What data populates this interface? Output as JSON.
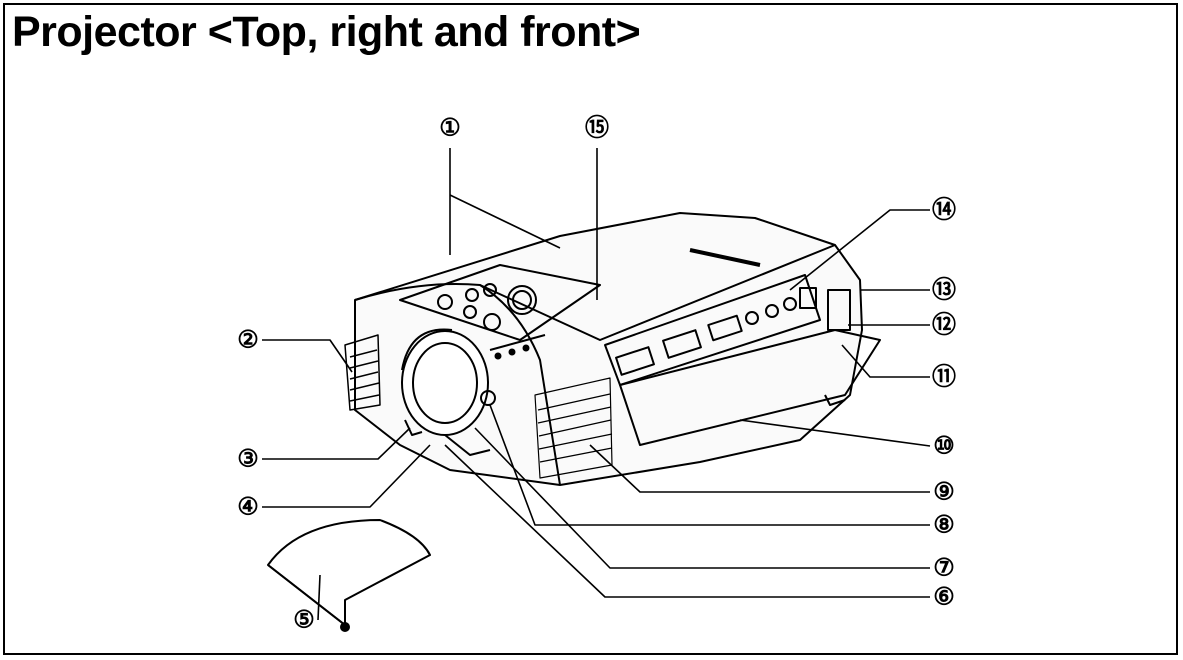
{
  "title": "Projector <Top, right and front>",
  "callouts": [
    {
      "label": "①"
    },
    {
      "label": "②"
    },
    {
      "label": "③"
    },
    {
      "label": "④"
    },
    {
      "label": "⑤"
    },
    {
      "label": "⑥"
    },
    {
      "label": "⑦"
    },
    {
      "label": "⑧"
    },
    {
      "label": "⑨"
    },
    {
      "label": "⑩"
    },
    {
      "label": "⑪"
    },
    {
      "label": "⑫"
    },
    {
      "label": "⑬"
    },
    {
      "label": "⑭"
    },
    {
      "label": "⑮"
    }
  ]
}
